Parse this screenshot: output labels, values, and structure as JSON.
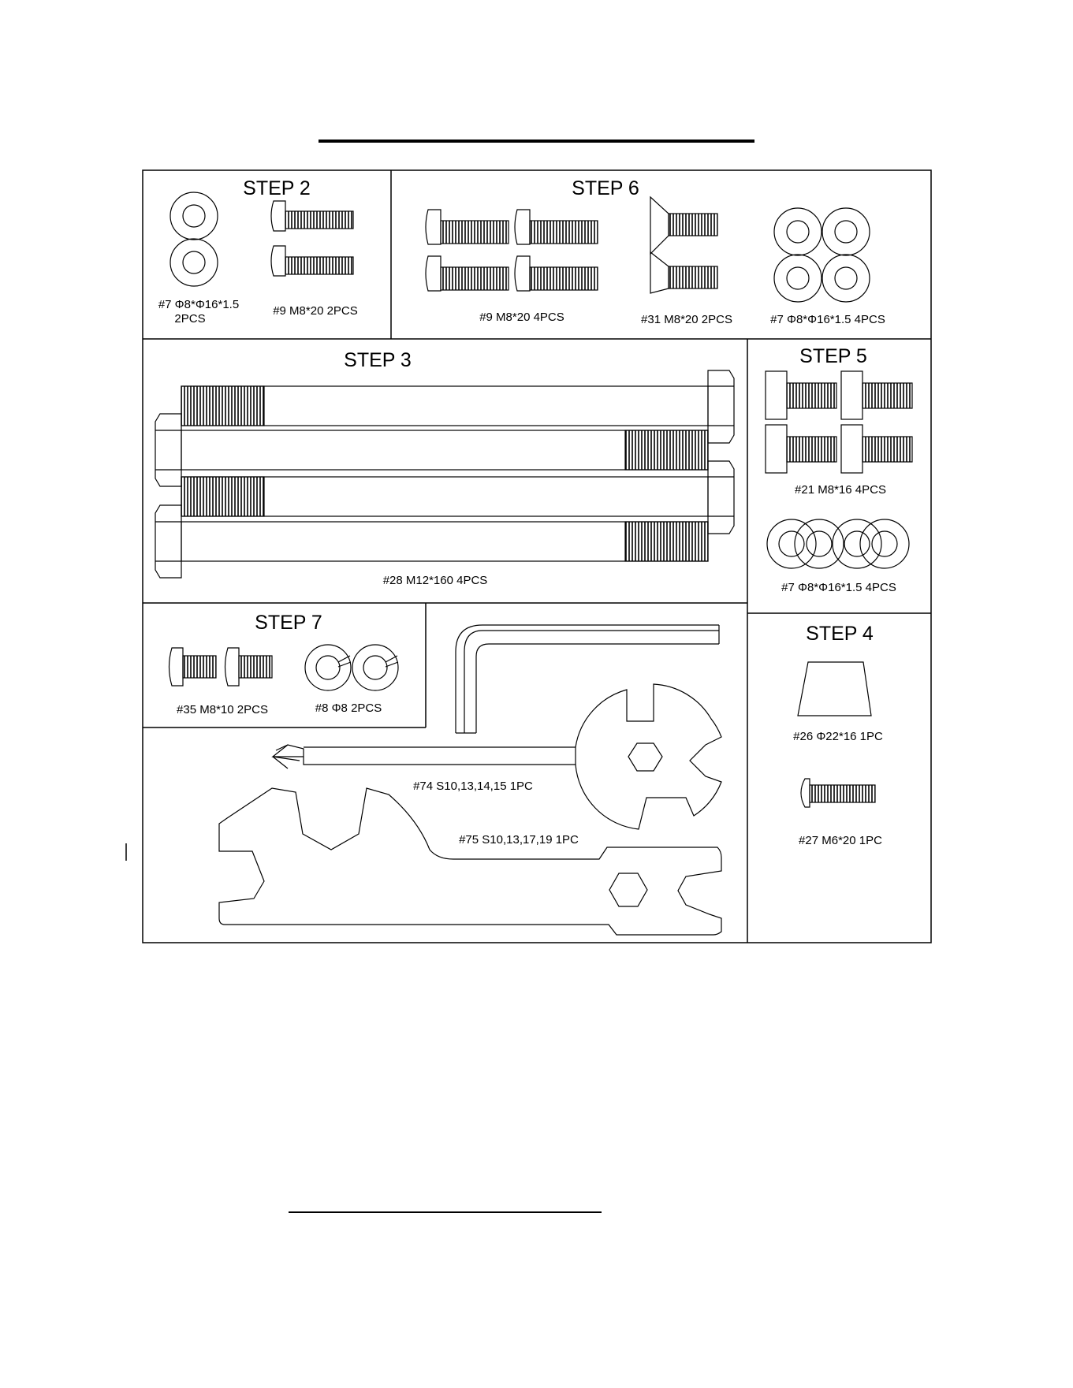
{
  "cells": {
    "step2": {
      "title": "STEP 2",
      "washer_label_line1": "#7 Φ8*Φ16*1.5",
      "washer_label_line2": "2PCS",
      "bolt_label": "#9 M8*20  2PCS"
    },
    "step6": {
      "title": "STEP 6",
      "bolt_label": "#9 M8*20  4PCS",
      "countersunk_label": "#31 M8*20  2PCS",
      "washer_label": "#7 Φ8*Φ16*1.5  4PCS"
    },
    "step3": {
      "title": "STEP 3",
      "bolt_label": "#28 M12*160  4PCS"
    },
    "step5": {
      "title": "STEP 5",
      "bolt_label": "#21  M8*16  4PCS",
      "washer_label": "#7 Φ8*Φ16*1.5  4PCS"
    },
    "step7": {
      "title": "STEP 7",
      "bolt_label": "#35 M8*10  2PCS",
      "spring_washer_label": "#8 Φ8  2PCS"
    },
    "tools": {
      "multi_wrench_label": "#74  S10,13,14,15  1PC",
      "flat_wrench_label": "#75 S10,13,17,19 1PC"
    },
    "step4": {
      "title": "STEP 4",
      "cap_label": "#26 Φ22*16 1PC",
      "screw_label": "#27 M6*20 1PC"
    }
  },
  "colors": {
    "line": "#000000",
    "background": "#ffffff"
  }
}
